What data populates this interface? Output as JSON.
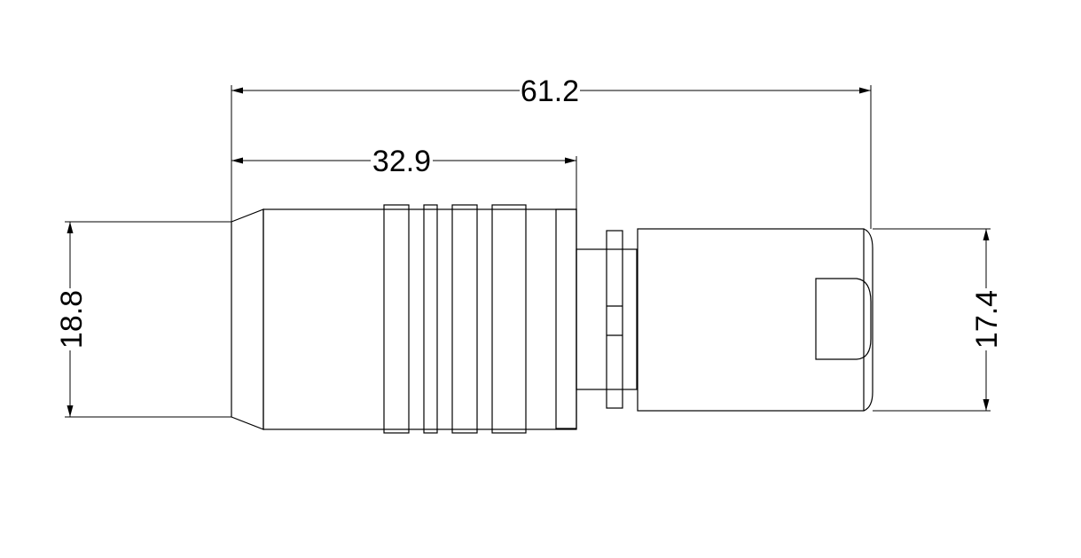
{
  "dimensions": {
    "overall_length": "61.2",
    "body_length": "32.9",
    "body_diameter": "18.8",
    "plug_height": "17.4"
  }
}
